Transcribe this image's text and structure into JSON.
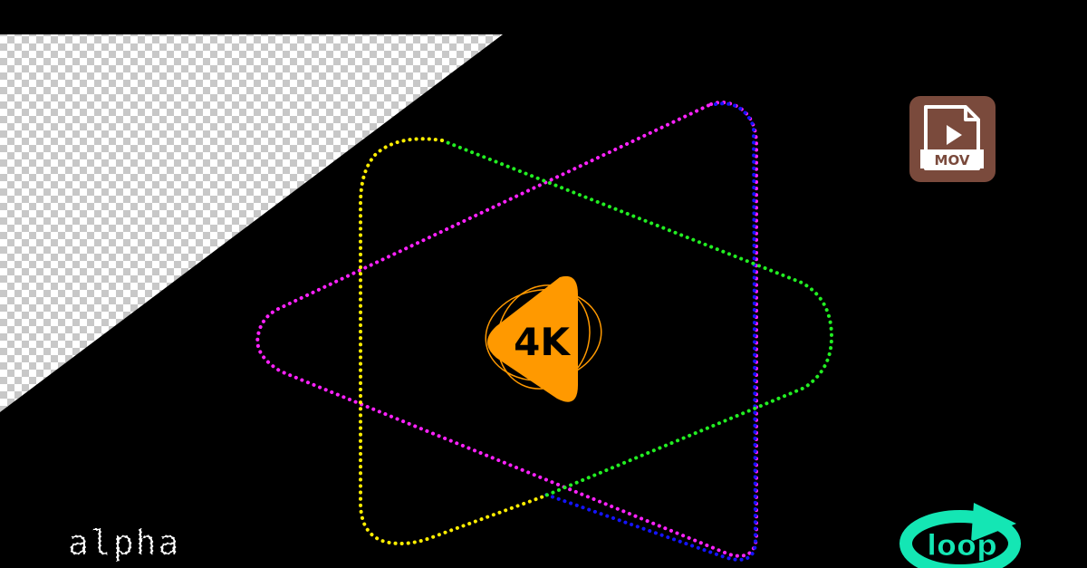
{
  "badge_4k": {
    "label": "4K",
    "color": "#ff9900"
  },
  "mov_icon": {
    "label": "MOV",
    "icon": "video-file-icon",
    "color": "#7a4a3c"
  },
  "alpha_mark": {
    "label": "alpha"
  },
  "loop_mark": {
    "label": "loop",
    "icon": "loop-arrows-icon",
    "color": "#14e6b4"
  },
  "transparency": {
    "pattern": "checkerboard",
    "light": "#ffffff",
    "dark": "#c8c8c8"
  },
  "outline_colors": {
    "magenta": "#ff22ff",
    "blue": "#1414ff",
    "green": "#22ee22",
    "yellow": "#ffee00"
  }
}
